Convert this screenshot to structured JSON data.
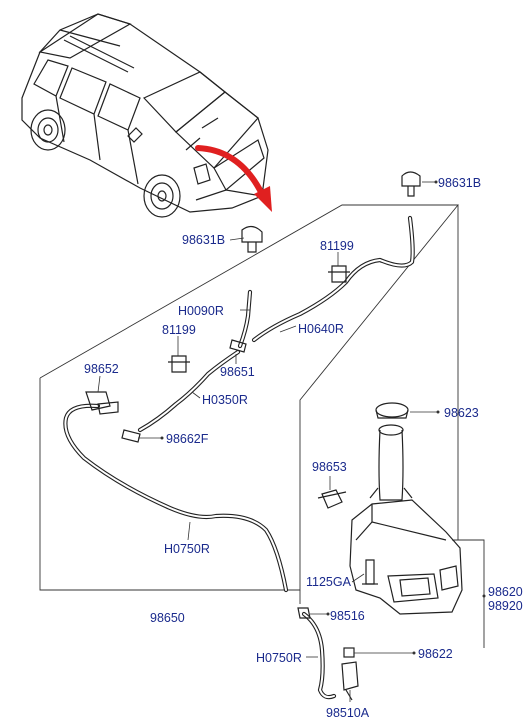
{
  "labels": {
    "p98631B_top": "98631B",
    "p98631B_left": "98631B",
    "p81199_top": "81199",
    "pH0090R": "H0090R",
    "pH0640R": "H0640R",
    "p81199_mid": "81199",
    "p98652": "98652",
    "p98651": "98651",
    "pH0350R": "H0350R",
    "p98662F": "98662F",
    "p98623": "98623",
    "p98653": "98653",
    "pH0750R_mid": "H0750R",
    "p1125GA": "1125GA",
    "p98620": "98620",
    "p98920": "98920",
    "p98650": "98650",
    "p98516": "98516",
    "pH0750R_bottom": "H0750R",
    "p98622": "98622",
    "p98510A": "98510A"
  },
  "colors": {
    "label_text": "#1a2a8c",
    "arrow": "#e02020",
    "line": "#222222"
  }
}
